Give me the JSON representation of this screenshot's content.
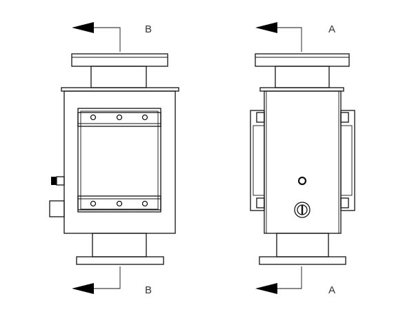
{
  "labels": {
    "b_top": "B",
    "a_top": "A",
    "b_bottom": "B",
    "a_bottom": "A"
  },
  "colors": {
    "line": "#111111",
    "background": "#ffffff"
  }
}
